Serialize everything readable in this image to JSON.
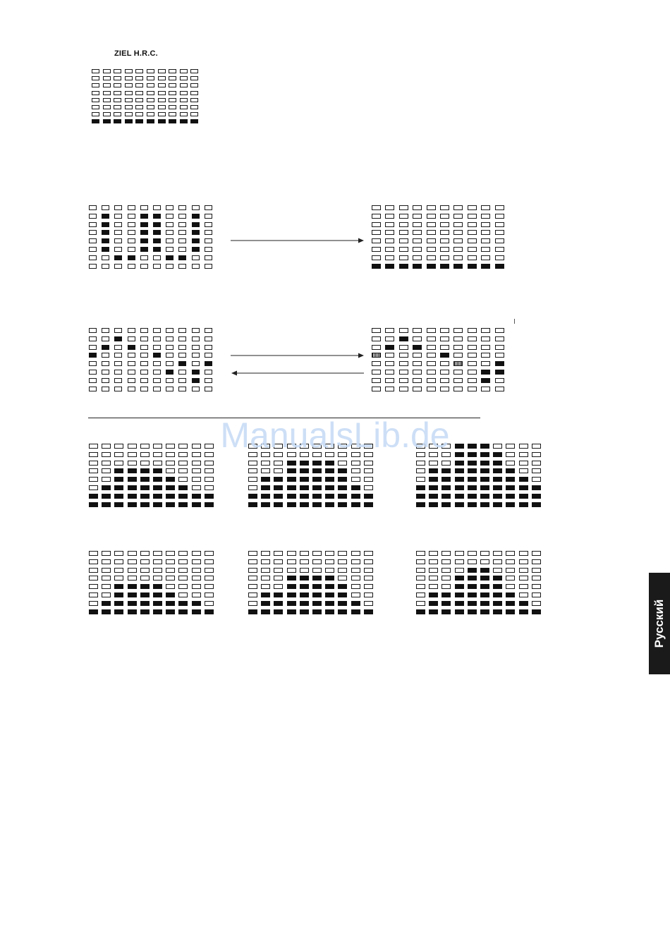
{
  "title": "ZIEL H.R.C.",
  "side_tab": "Русский",
  "watermark": "ManualsLib.de",
  "grids": [
    {
      "id": "target",
      "rows": [
        "..........",
        "..........",
        "..........",
        "..........",
        "..........",
        "..........",
        "..........",
        "##########"
      ]
    },
    {
      "id": "before-1",
      "rows": [
        "..........",
        ".#..##..#.",
        ".#..##..#.",
        ".#..##..#.",
        ".#..##..#.",
        ".#..##..#.",
        "..##..##..",
        ".........."
      ]
    },
    {
      "id": "after-1",
      "rows": [
        "..........",
        "..........",
        "..........",
        "..........",
        "..........",
        "..........",
        "..........",
        "##########"
      ]
    },
    {
      "id": "before-2",
      "rows": [
        "..........",
        "..#.......",
        ".#.#......",
        "#....#....",
        ".......#.#",
        "......#.#.",
        "........#.",
        ".........."
      ]
    },
    {
      "id": "after-2",
      "rows": [
        "..........",
        "..#.......",
        ".#.#......",
        "=....#....",
        "......=..#",
        "........##",
        "........#.",
        ".........."
      ]
    },
    {
      "id": "row1-a",
      "rows": [
        "..........",
        "..........",
        "..........",
        "..####....",
        "..#####...",
        ".#######..",
        "##########",
        "##########"
      ]
    },
    {
      "id": "row1-b",
      "rows": [
        "..........",
        "..........",
        "...####...",
        "...#####..",
        ".#######..",
        ".########.",
        "##########",
        "##########"
      ]
    },
    {
      "id": "row1-c",
      "rows": [
        "...###....",
        "...####...",
        "...####...",
        ".#######..",
        ".########.",
        "##########",
        "##########",
        "##########"
      ]
    },
    {
      "id": "row2-a",
      "rows": [
        "..........",
        "..........",
        "..........",
        "..........",
        "..####....",
        "..#####...",
        ".########.",
        "##########"
      ]
    },
    {
      "id": "row2-b",
      "rows": [
        "..........",
        "..........",
        "..........",
        "...####...",
        "...#####..",
        ".#######..",
        ".########.",
        "##########"
      ]
    },
    {
      "id": "row2-c",
      "rows": [
        "..........",
        "..........",
        "....##....",
        "...####...",
        "...####...",
        ".#######..",
        ".########.",
        "##########"
      ]
    }
  ]
}
